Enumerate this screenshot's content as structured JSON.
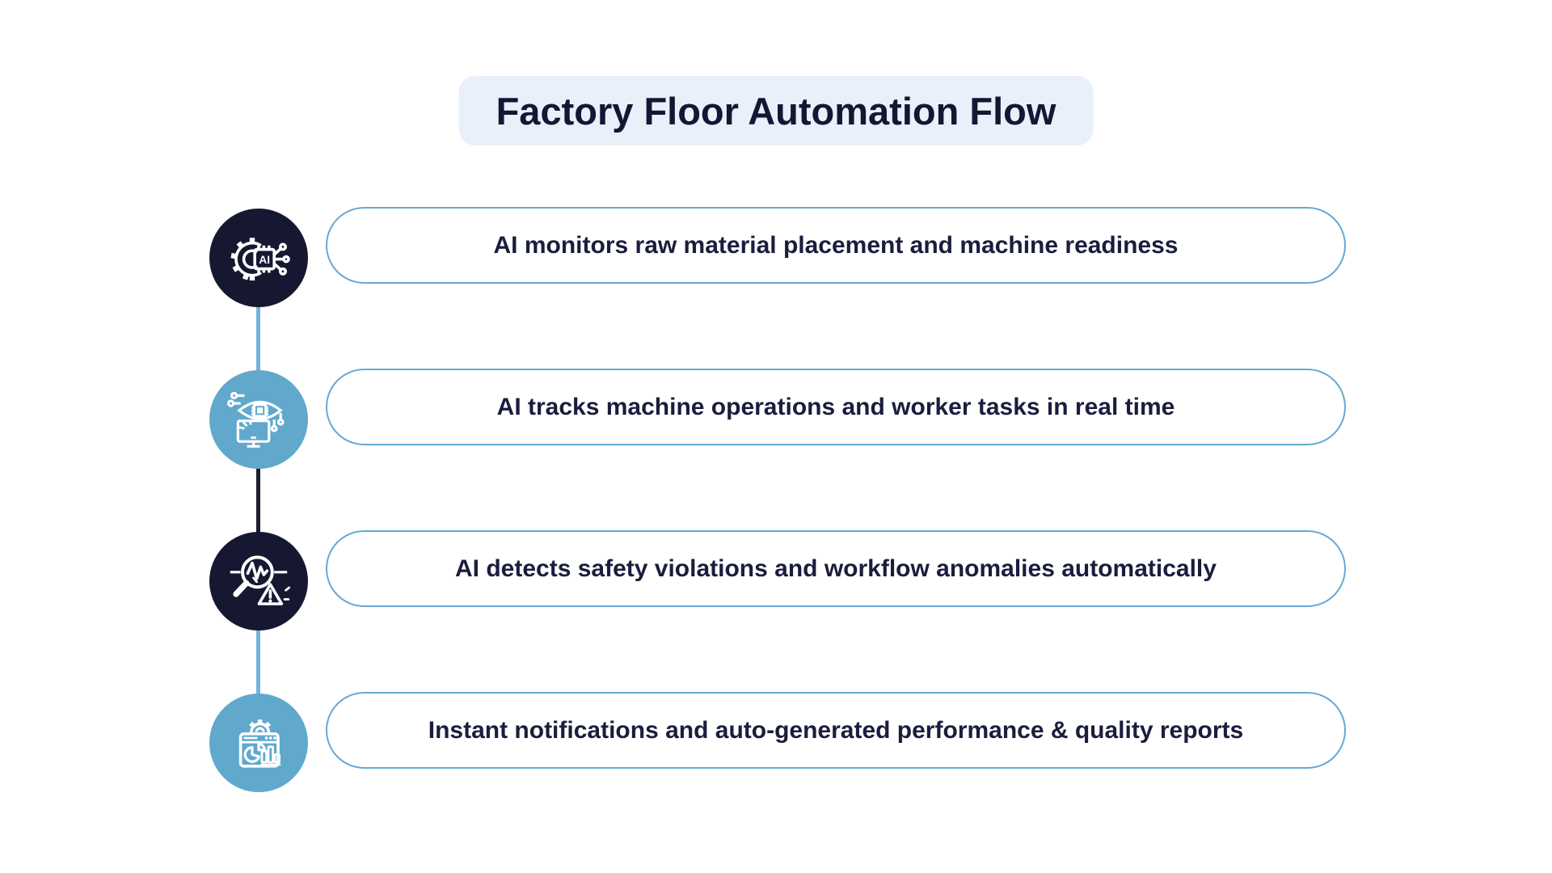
{
  "title": {
    "text": "Factory Floor Automation Flow"
  },
  "colors": {
    "background": "#ffffff",
    "title_background": "#e9f0f9",
    "dark_navy": "#161831",
    "light_blue": "#61a8cd",
    "pill_border": "#67a9d4",
    "pill_text": "#1a1d3d",
    "connector_light": "#74b3d9",
    "connector_dark": "#1a1c30",
    "icon_stroke": "#ffffff"
  },
  "steps": [
    {
      "label": "AI monitors raw material placement and machine readiness",
      "icon": "ai-chip-gear-icon",
      "circle_variant": "dark"
    },
    {
      "label": "AI tracks machine operations and worker tasks in real time",
      "icon": "ai-vision-monitor-icon",
      "circle_variant": "light"
    },
    {
      "label": "AI detects safety violations and workflow anomalies automatically",
      "icon": "anomaly-detection-icon",
      "circle_variant": "dark"
    },
    {
      "label": "Instant notifications and auto-generated performance & quality reports",
      "icon": "reports-dashboard-icon",
      "circle_variant": "light"
    }
  ],
  "icon_labels": {
    "ai_chip_text": "AI"
  }
}
